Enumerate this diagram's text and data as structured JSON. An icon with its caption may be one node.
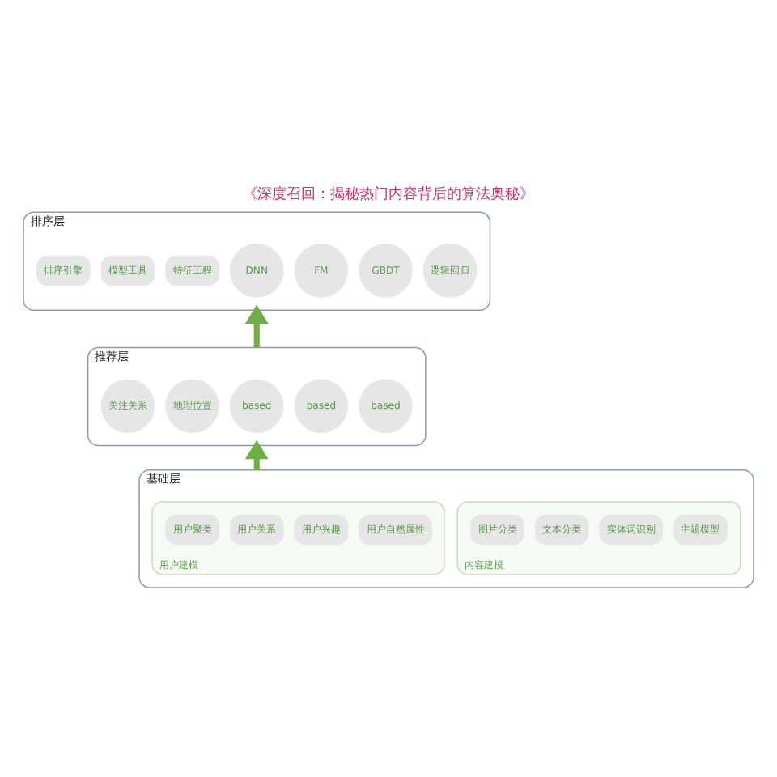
{
  "diagram": {
    "title": "《深度召回：揭秘热门内容背后的算法奥秘》",
    "nodes": [
      {
        "text": [
          "排序层"
        ]
      },
      {
        "text": [
          "逻辑回归"
        ],
        "in": 0
      },
      {
        "text": [
          "GBDT"
        ],
        "in": 0
      },
      {
        "text": [
          "FM"
        ],
        "in": 0
      },
      {
        "text": [
          "DNN"
        ],
        "in": 0
      },
      {
        "text": [
          "特征工程"
        ],
        "in": 0
      },
      {
        "text": [
          "模型工具"
        ],
        "in": 0
      },
      {
        "text": [
          "排序引擎"
        ],
        "in": 0
      },
      {
        "text": [
          "推荐层"
        ]
      },
      {
        "text": [
          "based"
        ],
        "in": 8
      },
      {
        "text": [
          "based"
        ],
        "in": 8
      },
      {
        "text": [
          "based"
        ],
        "in": 8
      },
      {
        "text": [
          "地理位置"
        ],
        "in": 8
      },
      {
        "text": [
          "关注关系"
        ],
        "in": 8
      },
      {
        "text": [
          "基础层"
        ]
      },
      {
        "text": [
          "内容建模"
        ],
        "in": 14
      },
      {
        "text": [
          "主题模型"
        ],
        "in": 15
      },
      {
        "text": [
          "实体词识别"
        ],
        "in": 15
      },
      {
        "text": [
          "文本分类"
        ],
        "in": 15
      },
      {
        "text": [
          "图片分类"
        ],
        "in": 15
      },
      {
        "text": [
          "用户建模"
        ],
        "in": 14
      },
      {
        "text": [
          "用户自然属性"
        ],
        "in": 20
      },
      {
        "text": [
          "用户兴趣"
        ],
        "in": 20
      },
      {
        "text": [
          "用户关系"
        ],
        "in": 20
      },
      {
        "text": [
          "用户聚类"
        ],
        "in": 20
      }
    ],
    "edges": [
      {
        "from": 14,
        "to": 8,
        "arrow": "to",
        "color": "#70ad47"
      },
      {
        "from": 8,
        "to": 0,
        "arrow": "to",
        "color": "#70ad47"
      }
    ]
  }
}
